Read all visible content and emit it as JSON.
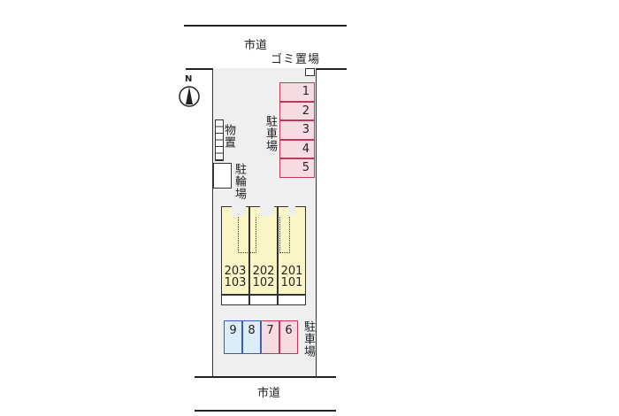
{
  "roads": {
    "top": "市道",
    "bottom": "市道"
  },
  "garbage": "ゴミ置場",
  "compass": "N",
  "storage": "物置",
  "bicycle": "駐輪場",
  "parking_label": "駐車場",
  "parking_top": [
    "1",
    "2",
    "3",
    "4",
    "5"
  ],
  "units": [
    {
      "upper": "203",
      "lower": "103"
    },
    {
      "upper": "202",
      "lower": "102"
    },
    {
      "upper": "201",
      "lower": "101"
    }
  ],
  "parking_bottom": [
    {
      "n": "9",
      "color": "#3a5fb0"
    },
    {
      "n": "8",
      "color": "#3a5fb0"
    },
    {
      "n": "7",
      "color": "#c0395a"
    },
    {
      "n": "6",
      "color": "#c0395a"
    }
  ]
}
